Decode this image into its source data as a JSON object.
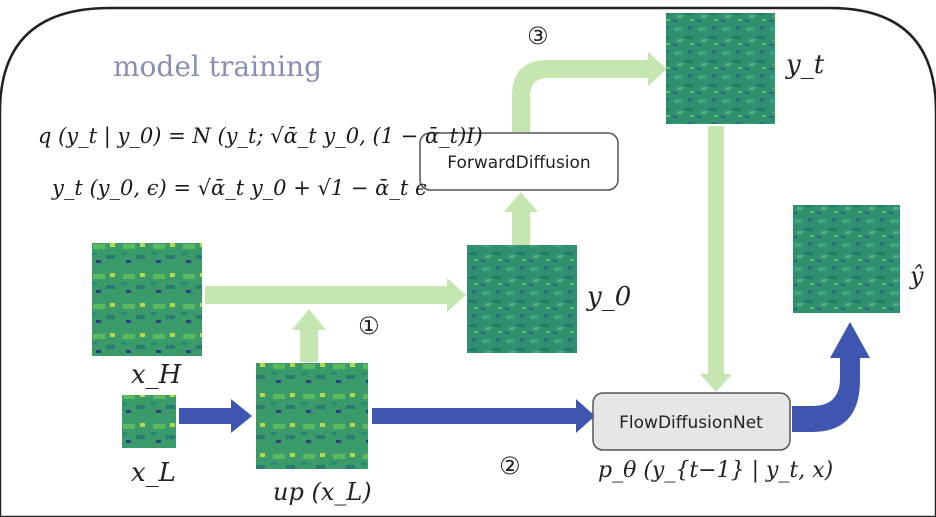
{
  "title": "model training",
  "equations": {
    "eq1": "q (y_t | y_0) = N (y_t; √ᾱ_t y_0, (1 − ᾱ_t)I)",
    "eq2": "y_t (y_0, ϵ) = √ᾱ_t y_0 + √1 − ᾱ_t ϵ"
  },
  "boxes": {
    "forward": "ForwardDiffusion",
    "flow": "FlowDiffusionNet"
  },
  "labels": {
    "x_h": "x_H",
    "x_l": "x_L",
    "up_xl": "up (x_L)",
    "y0": "y_0",
    "yt": "y_t",
    "yhat": "ŷ",
    "p_theta": "p_θ (y_{t−1} | y_t, x)"
  },
  "steps": [
    "①",
    "②",
    "③"
  ],
  "colors": {
    "light_green_arrow": "#c5e6b1",
    "blue_arrow": "#3f56b0",
    "flow_box_fill": "#e6e6e6"
  }
}
